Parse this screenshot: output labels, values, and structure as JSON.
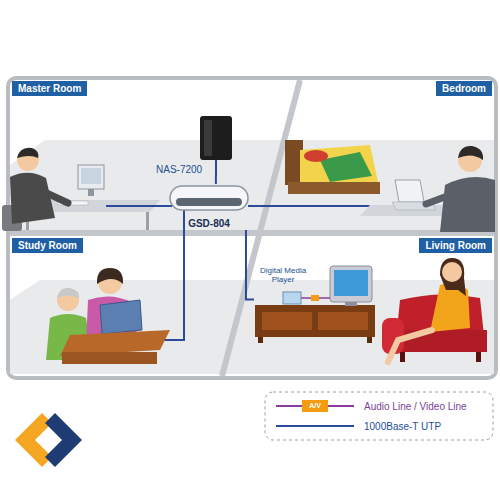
{
  "diagram": {
    "nodes": [
      {
        "text": [
          "Master Room"
        ]
      },
      {
        "text": [
          "NAS-7200"
        ],
        "in": 0
      },
      {
        "text": [
          "GSD-804"
        ],
        "in": 0
      },
      {
        "text": [
          "Bedroom"
        ]
      },
      {
        "text": [
          "Study Room"
        ]
      },
      {
        "text": [
          "Living Room"
        ]
      },
      {
        "text": [
          "Digital Media Player"
        ],
        "in": 5
      }
    ],
    "edges": [
      {
        "from": 2,
        "to": 1,
        "arrow": "none"
      },
      {
        "from": 2,
        "to": 6,
        "arrow": "none"
      }
    ],
    "labels": [
      "A/V"
    ],
    "legend": [
      {
        "text": "Audio Line / Video Line"
      },
      {
        "text": "1000Base-T UTP"
      }
    ]
  }
}
